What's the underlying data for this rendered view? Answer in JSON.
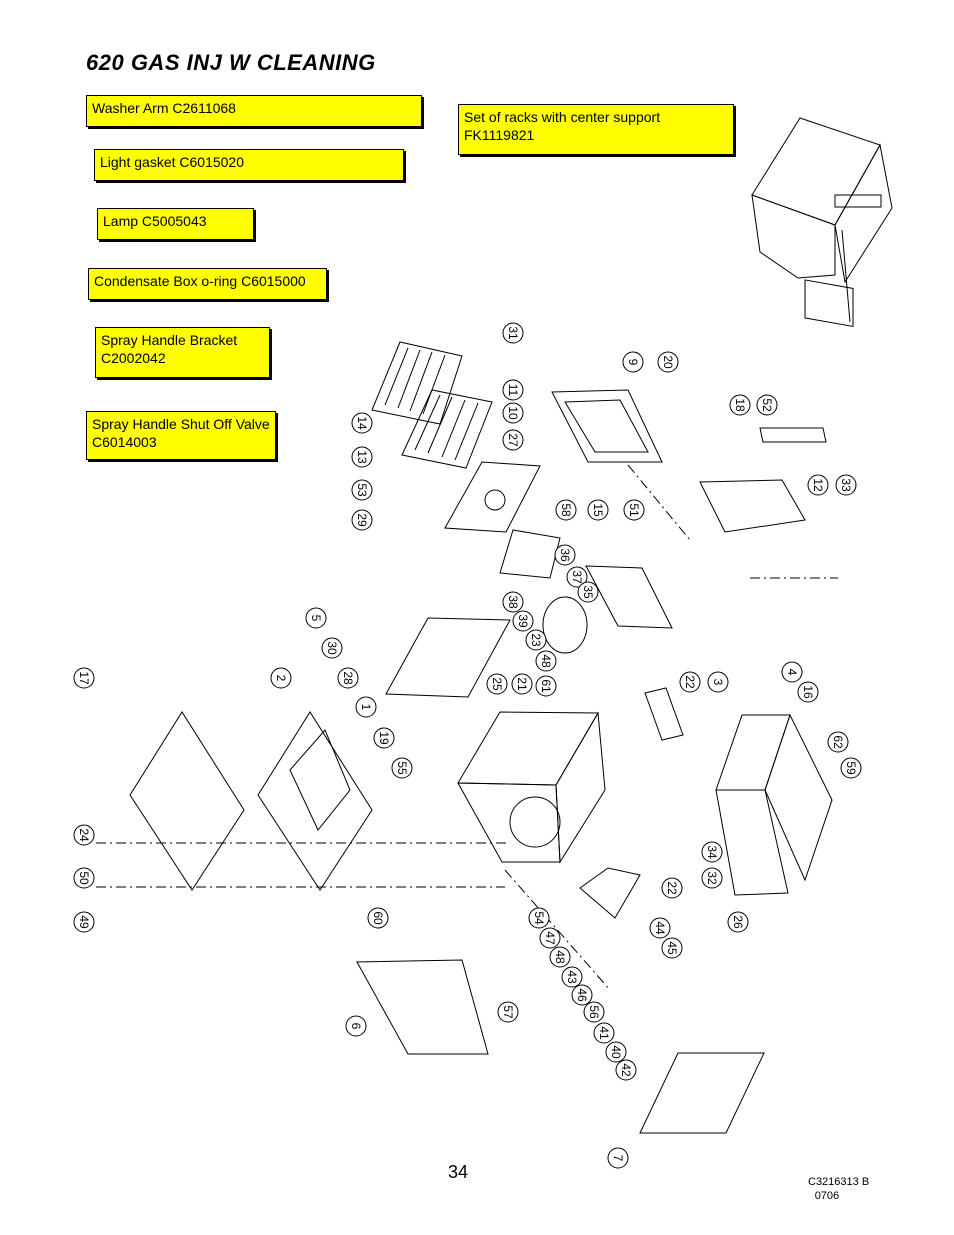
{
  "title": "620 GAS INJ W CLEANING",
  "boxes": [
    {
      "id": "washer",
      "lines": [
        "Washer Arm C2611068"
      ]
    },
    {
      "id": "racks",
      "lines": [
        "Set of racks with center support",
        "FK1119821"
      ]
    },
    {
      "id": "gasket",
      "lines": [
        "Light gasket C6015020"
      ]
    },
    {
      "id": "lamp",
      "lines": [
        "Lamp C5005043"
      ]
    },
    {
      "id": "condensate",
      "lines": [
        "Condensate Box o-ring C6015000"
      ]
    },
    {
      "id": "bracket",
      "lines": [
        "Spray Handle Bracket",
        "C2002042"
      ]
    },
    {
      "id": "valve",
      "lines": [
        "Spray Handle Shut Off Valve",
        "C6014003"
      ]
    }
  ],
  "callouts": [
    "31",
    "9",
    "20",
    "11",
    "10",
    "27",
    "18",
    "52",
    "14",
    "13",
    "12",
    "33",
    "53",
    "58",
    "15",
    "51",
    "29",
    "36",
    "37",
    "38",
    "35",
    "5",
    "39",
    "23",
    "30",
    "48",
    "28",
    "17",
    "2",
    "25",
    "21",
    "61",
    "22",
    "3",
    "4",
    "16",
    "1",
    "19",
    "62",
    "55",
    "59",
    "24",
    "34",
    "50",
    "32",
    "22",
    "26",
    "60",
    "54",
    "44",
    "47",
    "45",
    "48",
    "43",
    "46",
    "49",
    "57",
    "56",
    "6",
    "41",
    "40",
    "42",
    "7"
  ],
  "page_number": "34",
  "doc_number": "C3216313 B",
  "doc_date": "0706"
}
